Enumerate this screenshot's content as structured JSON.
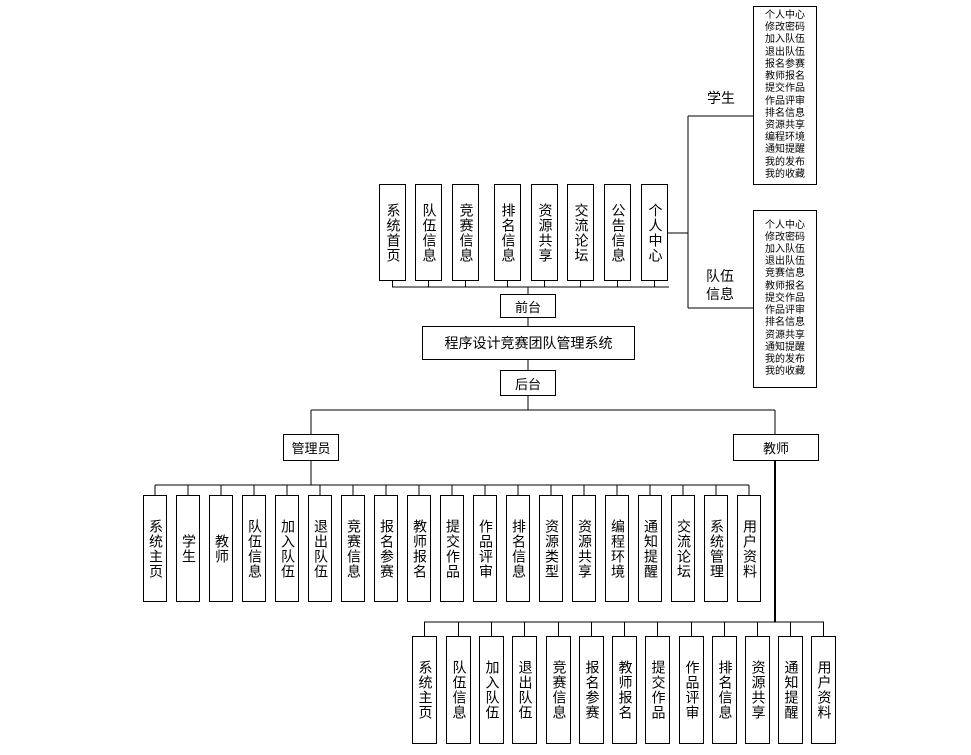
{
  "system": "程序设计竞赛团队管理系统",
  "front": {
    "label": "前台",
    "modules": [
      "系统首页",
      "队伍信息",
      "竞赛信息",
      "排名信息",
      "资源共享",
      "交流论坛",
      "公告信息",
      "个人中心"
    ],
    "branches": [
      {
        "role": "学生",
        "items": [
          "个人中心",
          "修改密码",
          "加入队伍",
          "退出队伍",
          "报名参赛",
          "教师报名",
          "提交作品",
          "作品评审",
          "排名信息",
          "资源共享",
          "编程环境",
          "通知提醒",
          "我的发布",
          "我的收藏"
        ]
      },
      {
        "role": "队伍信息",
        "items": [
          "个人中心",
          "修改密码",
          "加入队伍",
          "退出队伍",
          "竞赛信息",
          "教师报名",
          "提交作品",
          "作品评审",
          "排名信息",
          "资源共享",
          "通知提醒",
          "我的发布",
          "我的收藏"
        ]
      }
    ]
  },
  "back": {
    "label": "后台",
    "admin": {
      "role": "管理员",
      "modules": [
        "系统主页",
        "学生",
        "教师",
        "队伍信息",
        "加入队伍",
        "退出队伍",
        "竞赛信息",
        "报名参赛",
        "教师报名",
        "提交作品",
        "作品评审",
        "排名信息",
        "资源类型",
        "资源共享",
        "编程环境",
        "通知提醒",
        "交流论坛",
        "系统管理",
        "用户资料"
      ]
    },
    "teacher": {
      "role": "教师",
      "modules": [
        "系统主页",
        "队伍信息",
        "加入队伍",
        "退出队伍",
        "竞赛信息",
        "报名参赛",
        "教师报名",
        "提交作品",
        "作品评审",
        "排名信息",
        "资源共享",
        "通知提醒",
        "用户资料"
      ]
    }
  }
}
